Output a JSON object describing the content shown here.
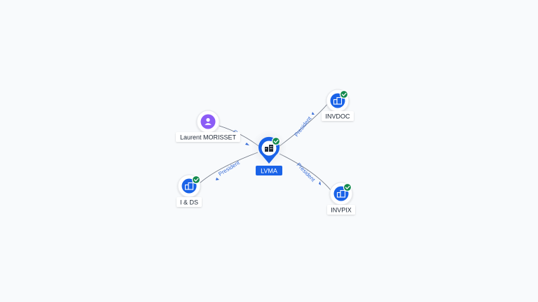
{
  "graph": {
    "center": {
      "label": "LVMA",
      "verified": true,
      "icon": "building-icon"
    },
    "nodes": [
      {
        "id": "laurent",
        "label": "Laurent MORISSET",
        "type": "person",
        "icon": "person-icon"
      },
      {
        "id": "ids",
        "label": "I & DS",
        "type": "company",
        "verified": true,
        "icon": "building-icon"
      },
      {
        "id": "invdoc",
        "label": "INVDOC",
        "type": "company",
        "verified": true,
        "icon": "building-icon"
      },
      {
        "id": "invpix",
        "label": "INVPIX",
        "type": "company",
        "verified": true,
        "icon": "building-icon"
      }
    ],
    "edges": [
      {
        "from": "laurent",
        "to": "center",
        "label": "G"
      },
      {
        "from": "center",
        "to": "ids",
        "label": "President"
      },
      {
        "from": "center",
        "to": "invdoc",
        "label": "President"
      },
      {
        "from": "center",
        "to": "invpix",
        "label": "President"
      }
    ]
  },
  "colors": {
    "primary": "#1a63e8",
    "person": "#8b5cf6",
    "verified": "#138a4e",
    "edge_label": "#3b6fd8",
    "background": "#f8fafc"
  }
}
